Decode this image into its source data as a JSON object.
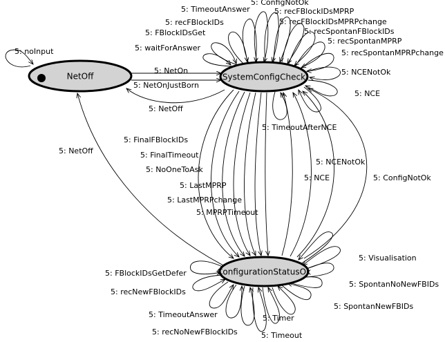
{
  "diagram": {
    "states": {
      "netoff": "NetOff",
      "syscfg": "SystemConfigCheck",
      "cfgok": "ConfigurationStatusOk"
    },
    "labels": {
      "noinput": "5: noInput",
      "neton": "5: NetOn",
      "netonjustborn": "5: NetOnJustBorn",
      "netoff_from_sys": "5: NetOff",
      "netoff_from_cfg": "5: NetOff",
      "timeoutanswer_sys": "5: TimeoutAnswer",
      "configok_loop": "5: ConfigNotOk",
      "recfblockids_sys": "5: recFBlockIDs",
      "recfblockidsmprp": "5: recFBlockIDsMPRP",
      "recfblockidsmprpchange": "5: recFBlockIDsMPRPchange",
      "fblockidsget": "5: FBlockIDsGet",
      "recspontanfblockids": "5: recSpontanFBlockIDs",
      "recspontanmprp": "5: recSpontanMPRP",
      "waitforanswer": "5: waitForAnswer",
      "recspontanmprpchange": "5: recSpontanMPRPchange",
      "ncenotok_loop": "5: NCENotOk",
      "nce_loop": "5: NCE",
      "timeoutafternce": "5: TimeoutAfterNCE",
      "finalfblockids": "5: FinalFBlockIDs",
      "finaltimeout": "5: FinalTimeout",
      "nobodytoask": "5: NoOneToAsk",
      "lastmprp": "5: LastMPRP",
      "lastmprpchange": "5: LastMPRPchange",
      "mprptimeout": "5: MPRPTimeout",
      "ncenotok_back": "5: NCENotOk",
      "nce_back": "5: NCE",
      "confignotok_back": "5: ConfigNotOk",
      "fblockidsgetdefer": "5: FBlockIDsGetDefer",
      "visualisation": "5: Visualisation",
      "recnewfblockids": "5: recNewFBlockIDs",
      "spontannonewfbids": "5: SpontanNoNewFBIDs",
      "spontannewfbids": "5: SpontanNewFBIDs",
      "timeoutanswer_cfg": "5: TimeoutAnswer",
      "timer": "5: Timer",
      "recnonewfblockids": "5: recNoNewFBlockIDs",
      "timeout": "5: Timeout"
    }
  }
}
